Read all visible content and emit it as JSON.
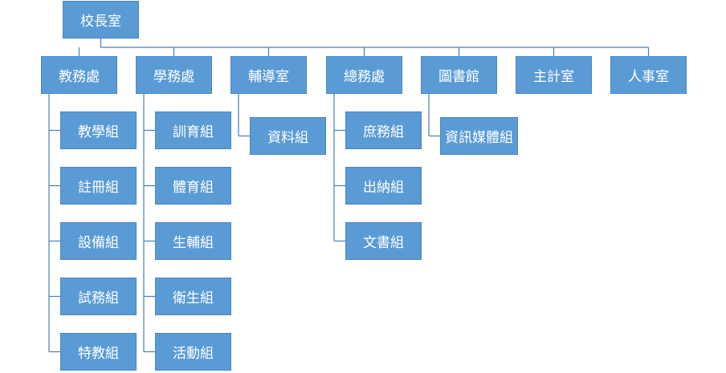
{
  "org_chart": {
    "root": {
      "label": "校長室"
    },
    "departments": [
      {
        "key": "academic",
        "label": "教務處",
        "units": [
          "教學組",
          "註冊組",
          "設備組",
          "試務組",
          "特教組"
        ]
      },
      {
        "key": "student",
        "label": "學務處",
        "units": [
          "訓育組",
          "體育組",
          "生輔組",
          "衛生組",
          "活動組"
        ]
      },
      {
        "key": "counseling",
        "label": "輔導室",
        "units": [
          "資料組"
        ]
      },
      {
        "key": "general",
        "label": "總務處",
        "units": [
          "庶務組",
          "出納組",
          "文書組"
        ]
      },
      {
        "key": "library",
        "label": "圖書館",
        "units": [
          "資訊媒體組"
        ]
      },
      {
        "key": "accounting",
        "label": "主計室",
        "units": []
      },
      {
        "key": "personnel",
        "label": "人事室",
        "units": []
      }
    ]
  },
  "colors": {
    "box_fill": "#5b9bd5",
    "box_border": "#4a86c0",
    "connector": "#4a7fb3",
    "text": "#ffffff"
  }
}
